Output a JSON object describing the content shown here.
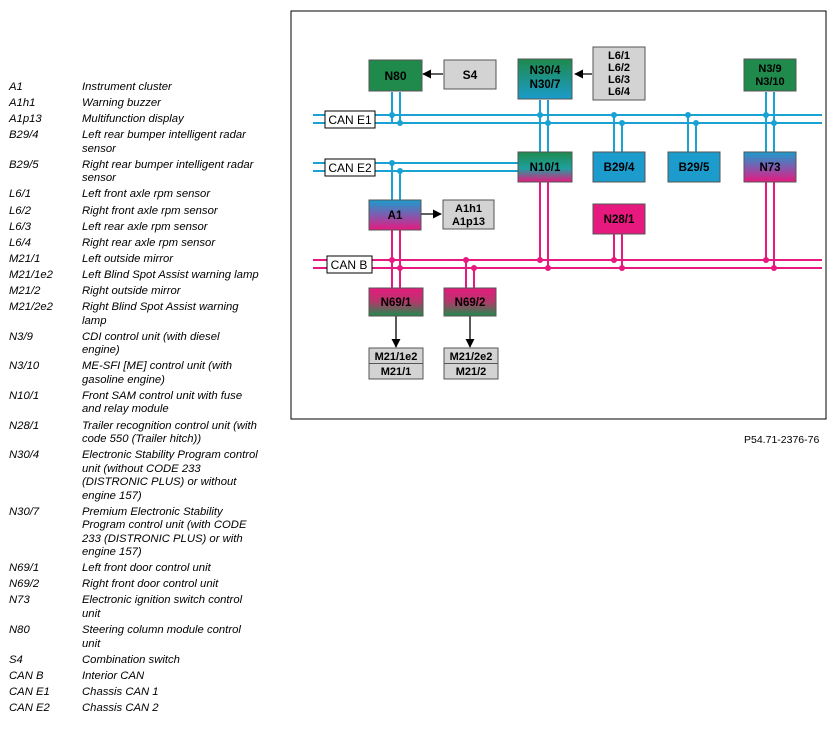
{
  "legend": [
    {
      "code": "A1",
      "desc": "Instrument cluster"
    },
    {
      "code": "A1h1",
      "desc": "Warning buzzer"
    },
    {
      "code": "A1p13",
      "desc": "Multifunction display"
    },
    {
      "code": "B29/4",
      "desc": "Left rear bumper intelligent radar sensor"
    },
    {
      "code": "B29/5",
      "desc": "Right rear bumper intelligent radar sensor"
    },
    {
      "code": "L6/1",
      "desc": "Left front axle rpm sensor"
    },
    {
      "code": "L6/2",
      "desc": "Right front axle rpm sensor"
    },
    {
      "code": "L6/3",
      "desc": "Left rear axle rpm sensor"
    },
    {
      "code": "L6/4",
      "desc": "Right rear axle rpm sensor"
    },
    {
      "code": "M21/1",
      "desc": "Left outside mirror"
    },
    {
      "code": "M21/1e2",
      "desc": "Left Blind Spot Assist warning lamp"
    },
    {
      "code": "M21/2",
      "desc": "Right outside mirror"
    },
    {
      "code": "M21/2e2",
      "desc": "Right Blind Spot Assist warning lamp"
    },
    {
      "code": "N3/9",
      "desc": "CDI control unit (with diesel engine)"
    },
    {
      "code": "N3/10",
      "desc": "ME-SFI [ME] control unit (with gasoline engine)"
    },
    {
      "code": "N10/1",
      "desc": "Front SAM control unit with fuse and relay module"
    },
    {
      "code": "N28/1",
      "desc": "Trailer recognition control unit (with code 550 (Trailer hitch))"
    },
    {
      "code": "N30/4",
      "desc": "Electronic Stability Program control unit (without CODE 233 (DISTRONIC PLUS) or without engine 157)"
    },
    {
      "code": "N30/7",
      "desc": "Premium Electronic Stability Program control unit (with CODE 233 (DISTRONIC PLUS) or with engine 157)"
    },
    {
      "code": "N69/1",
      "desc": "Left front door control unit"
    },
    {
      "code": "N69/2",
      "desc": "Right front door control unit"
    },
    {
      "code": "N73",
      "desc": "Electronic ignition switch control unit"
    },
    {
      "code": "N80",
      "desc": "Steering column module control unit"
    },
    {
      "code": "S4",
      "desc": "Combination switch"
    },
    {
      "code": "CAN B",
      "desc": "Interior CAN"
    },
    {
      "code": "CAN E1",
      "desc": "Chassis CAN 1"
    },
    {
      "code": "CAN E2",
      "desc": "Chassis CAN 2"
    }
  ],
  "diagram": {
    "bus_labels": {
      "can_e1": "CAN E1",
      "can_e2": "CAN E2",
      "can_b": "CAN B"
    },
    "units": {
      "n80": [
        "N80"
      ],
      "s4": [
        "S4"
      ],
      "n30": [
        "N30/4",
        "N30/7"
      ],
      "l6": [
        "L6/1",
        "L6/2",
        "L6/3",
        "L6/4"
      ],
      "n3": [
        "N3/9",
        "N3/10"
      ],
      "n10": [
        "N10/1"
      ],
      "b294": [
        "B29/4"
      ],
      "b295": [
        "B29/5"
      ],
      "n73": [
        "N73"
      ],
      "a1": [
        "A1"
      ],
      "a1h": [
        "A1h1",
        "A1p13"
      ],
      "n281": [
        "N28/1"
      ],
      "n691": [
        "N69/1"
      ],
      "n692": [
        "N69/2"
      ],
      "m211": [
        "M21/1e2",
        "M21/1"
      ],
      "m212": [
        "M21/2e2",
        "M21/2"
      ]
    },
    "colors": {
      "can_e": "#1aa3d2",
      "can_b": "#e8197e",
      "green": "#1f8a4c",
      "blue": "#1b9ccc",
      "magenta": "#e8197e",
      "grey": "#d3d3d3"
    }
  },
  "reference": "P54.71-2376-76"
}
